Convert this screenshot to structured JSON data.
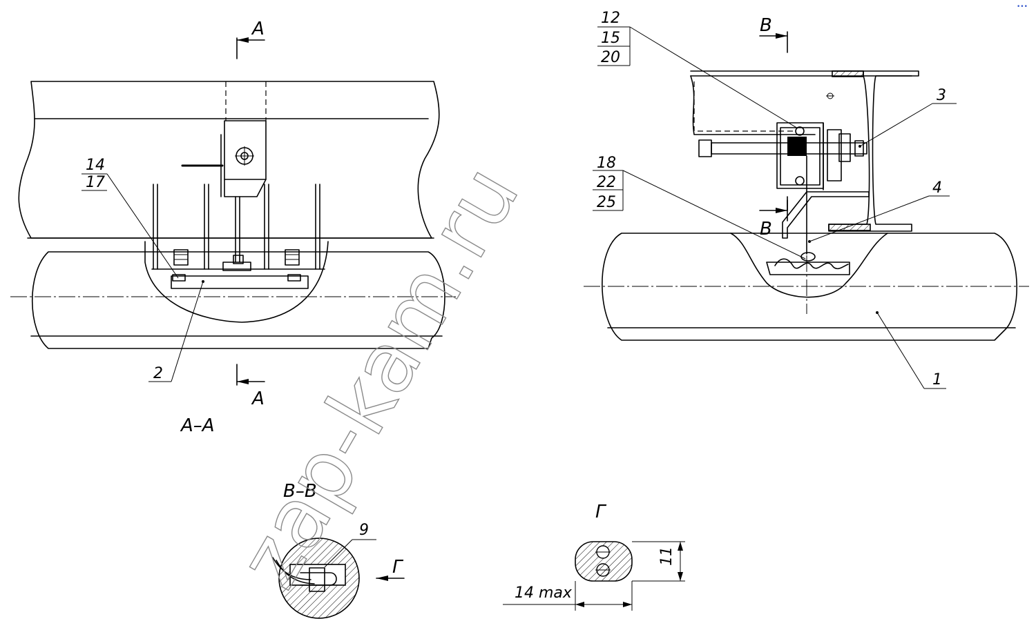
{
  "watermark": "zap-kam.ru",
  "corner_mark": "•••",
  "views": {
    "section_aa": {
      "title": "А–А",
      "cut_marker_top": "А",
      "cut_marker_bottom": "А",
      "callouts": {
        "num_14": "14",
        "num_17": "17",
        "num_2": "2"
      }
    },
    "side_view": {
      "cut_marker_top": "В",
      "cut_marker_bottom": "В",
      "callouts": {
        "num_12": "12",
        "num_15": "15",
        "num_20": "20",
        "num_18": "18",
        "num_22": "22",
        "num_25": "25",
        "num_3": "3",
        "num_4": "4",
        "num_1": "1"
      }
    },
    "section_bb": {
      "title": "В–В",
      "callout_9": "9",
      "view_arrow": "Г"
    },
    "view_g": {
      "title": "Г",
      "dim_height": "11",
      "dim_width": "14 max"
    }
  }
}
